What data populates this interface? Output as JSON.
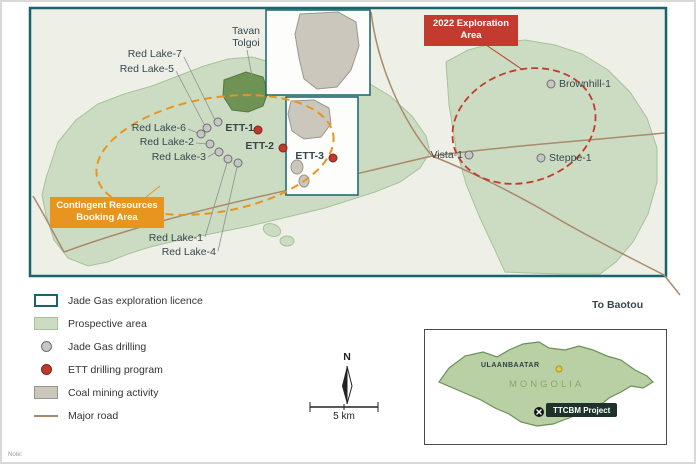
{
  "map": {
    "place_labels": {
      "tavan_tolgoi": "Tavan Tolgoi",
      "to_baotou": "To Baotou"
    },
    "callouts": {
      "exploration_2022_line1": "2022 Exploration",
      "exploration_2022_line2": "Area",
      "contingent_line1": "Contingent Resources",
      "contingent_line2": "Booking Area"
    },
    "wells": [
      {
        "label": "Red Lake-7",
        "type": "jade"
      },
      {
        "label": "Red Lake-5",
        "type": "jade"
      },
      {
        "label": "Red Lake-6",
        "type": "jade"
      },
      {
        "label": "Red Lake-2",
        "type": "jade"
      },
      {
        "label": "Red Lake-3",
        "type": "jade"
      },
      {
        "label": "Red Lake-1",
        "type": "jade"
      },
      {
        "label": "Red Lake-4",
        "type": "jade"
      },
      {
        "label": "ETT-1",
        "type": "ett"
      },
      {
        "label": "ETT-2",
        "type": "ett"
      },
      {
        "label": "ETT-3",
        "type": "ett"
      },
      {
        "label": "Brownhill-1",
        "type": "jade"
      },
      {
        "label": "Vista-1",
        "type": "jade"
      },
      {
        "label": "Steppe-1",
        "type": "jade"
      }
    ]
  },
  "legend": {
    "items": [
      {
        "label": "Jade Gas exploration licence"
      },
      {
        "label": "Prospective area"
      },
      {
        "label": "Jade Gas drilling"
      },
      {
        "label": "ETT drilling program"
      },
      {
        "label": "Coal mining activity"
      },
      {
        "label": "Major road"
      }
    ]
  },
  "compass": {
    "north_label": "N"
  },
  "scale_bar": {
    "label": "5 km"
  },
  "inset": {
    "capital": "ULAANBAATAR",
    "country": "MONGOLIA",
    "project_label": "TTCBM Project"
  },
  "note": "Note:",
  "colors": {
    "licence_border": "#17646c",
    "prospective_fill": "#ccdcc2",
    "coal_fill": "#cbc7bd",
    "jade_well": "#c6c6c6",
    "ett_well": "#c0392b",
    "road": "#a98a6a",
    "exploration_2022_accent": "#c23b2e",
    "contingent_accent": "#e8951f"
  }
}
